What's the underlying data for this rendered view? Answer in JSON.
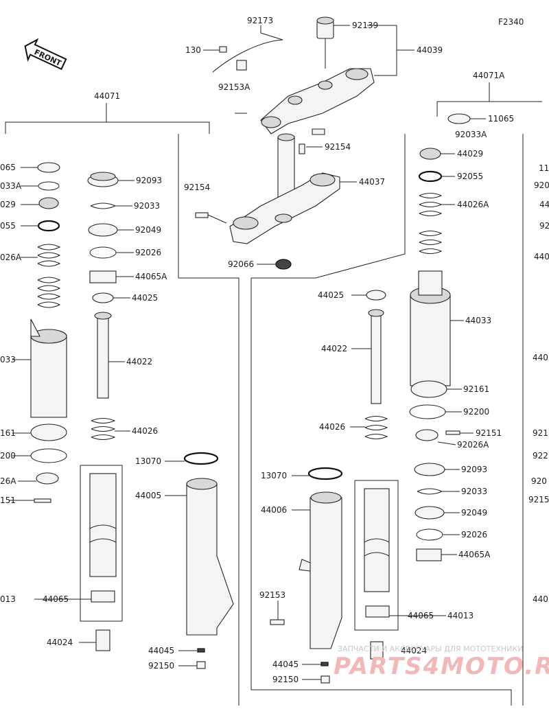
{
  "figure_code": "F2340",
  "front_label": "FRONT",
  "watermark": {
    "top": "ЗАПЧАСТИ И АКСЕССУАРЫ ДЛЯ МОТОТЕХНИКИ",
    "brand": "PARTS4MOTO.RU"
  },
  "labels": {
    "l92173": "92173",
    "l130": "130",
    "l92139": "92139",
    "l44039": "44039",
    "l92153A": "92153A",
    "l44071": "44071",
    "l44071A": "44071A",
    "l11065": "11065",
    "l92033A": "92033A",
    "l92154a": "92154",
    "l92154b": "92154",
    "l44029": "44029",
    "l92055": "92055",
    "l44037": "44037",
    "l44026A": "44026A",
    "l92066": "92066",
    "l92093": "92093",
    "l92033": "92033",
    "l92049": "92049",
    "l92026": "92026",
    "l44065A": "44065A",
    "l44025L": "44025",
    "l44022L": "44022",
    "l44026L": "44026",
    "l44025R": "44025",
    "l44022R": "44022",
    "l44033R": "44033",
    "l92161R": "92161",
    "l92200R": "92200",
    "l92151R": "92151",
    "l92026AR": "92026A",
    "l44026R": "44026",
    "l92093R": "92093",
    "l92033R": "92033",
    "l92049R": "92049",
    "l92026R": "92026",
    "l44065AR": "44065A",
    "l13070L": "13070",
    "l13070R": "13070",
    "l44005": "44005",
    "l44006": "44006",
    "l92153": "92153",
    "l44065L": "44065",
    "l44065R": "44065",
    "l44013L": "013",
    "l44013R": "44013",
    "l44024L": "44024",
    "l44024R": "44024",
    "l44045L": "44045",
    "l44045R": "44045",
    "l92150L": "92150",
    "l92150R": "92150",
    "c065": "065",
    "c033A": "033A",
    "c029": "029",
    "c055": "055",
    "c026A": "026A",
    "c033": "033",
    "c161": "161",
    "c200": "200",
    "c26A": "26A",
    "c151": "151",
    "r11": "11",
    "r920": "920",
    "r44": "44",
    "r92": "92",
    "r440": "440",
    "r440b": "440",
    "r921": "921",
    "r922": "922",
    "r920b": "920",
    "r9215": "9215",
    "r440c": "440"
  }
}
